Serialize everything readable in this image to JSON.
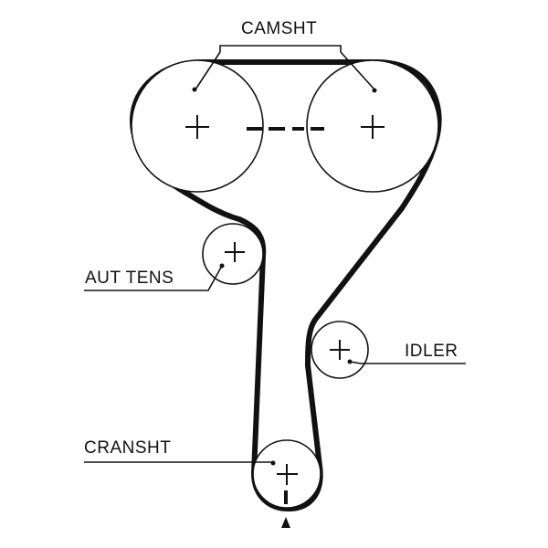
{
  "labels": {
    "camshaft": "CAMSHT",
    "auto_tensioner": "AUT TENS",
    "idler": "IDLER",
    "crankshaft": "CRANSHT"
  },
  "colors": {
    "ink": "#111111",
    "background": "#ffffff"
  }
}
